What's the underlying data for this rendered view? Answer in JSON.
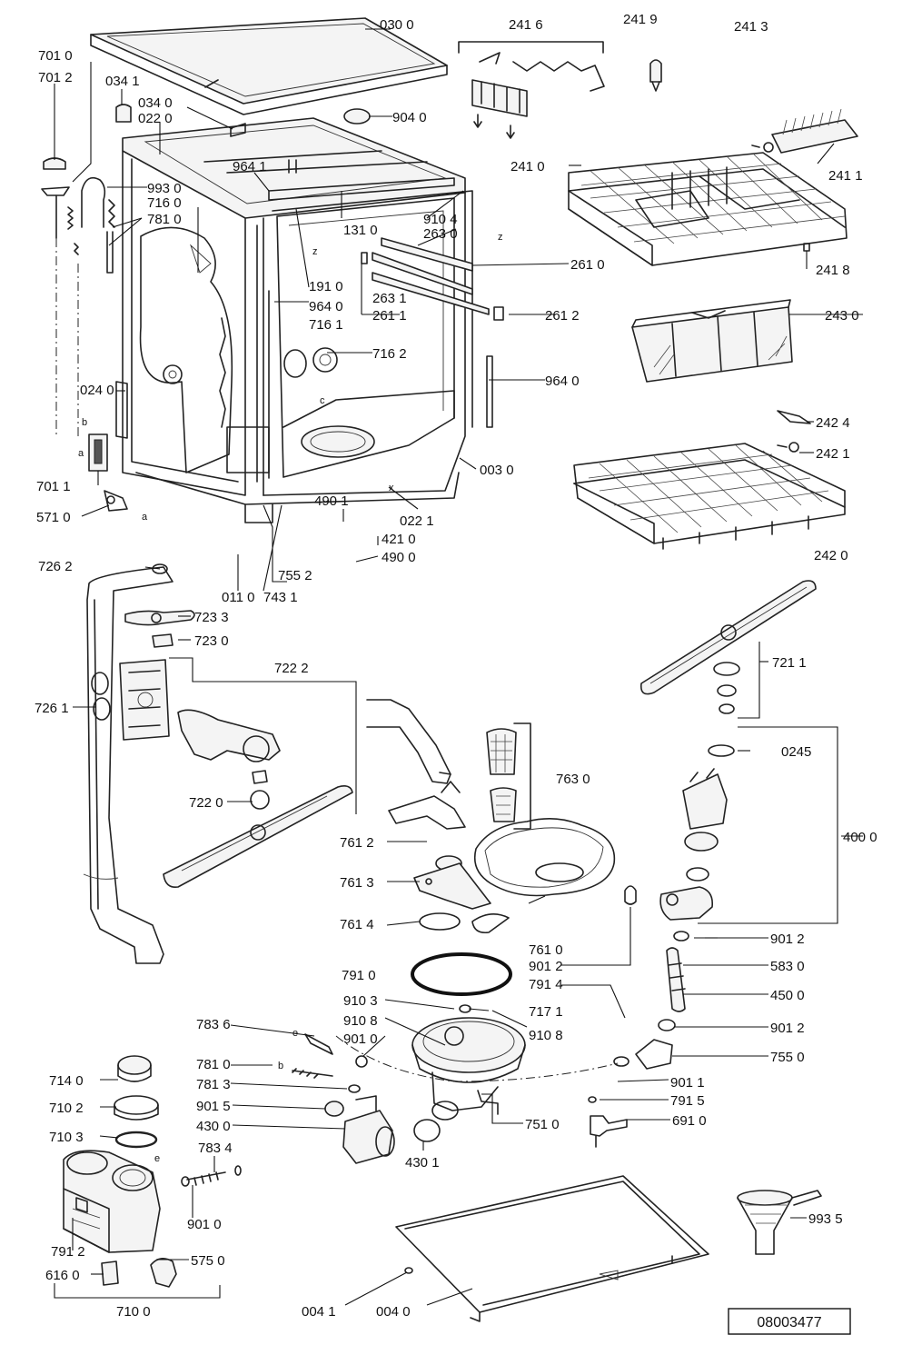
{
  "labels": {
    "l0300": "030 0",
    "l2416": "241 6",
    "l2419": "241 9",
    "l2413": "241 3",
    "l7010": "701 0",
    "l7012": "701 2",
    "l0341": "034 1",
    "l0340": "034 0",
    "l0220": "022 0",
    "l9040": "904 0",
    "l9930": "993 0",
    "l9641a": "964 1",
    "l7160": "716 0",
    "l7810a": "781 0",
    "l1310": "131 0",
    "l9104": "910 4",
    "l2630": "263 0",
    "l2410": "241 0",
    "l2411": "241 1",
    "l2610": "261 0",
    "l2418": "241 8",
    "l1910": "191 0",
    "l2631": "263 1",
    "l2611": "261 1",
    "l2612": "261 2",
    "l9640a": "964 0",
    "l7161": "716 1",
    "l2430": "243 0",
    "l7162": "716 2",
    "l9640b": "964 0",
    "l0240": "024 0",
    "l2424": "242 4",
    "l2421": "242 1",
    "l0030": "003 0",
    "l7011": "701 1",
    "l4901": "490 1",
    "l0221": "022 1",
    "l5710": "571 0",
    "l4210": "421 0",
    "l4900": "490 0",
    "l2420": "242 0",
    "l7262": "726 2",
    "l7552": "755 2",
    "l0110": "011 0",
    "l7431": "743 1",
    "l7233": "723 3",
    "l7230": "723 0",
    "l7222": "722 2",
    "l7211": "721 1",
    "l7261": "726 1",
    "l0245": "0245",
    "l7630": "763 0",
    "l7220": "722 0",
    "l7612": "761 2",
    "l4000": "400 0",
    "l7613": "761 3",
    "l7614": "761 4",
    "l9012a": "901 2",
    "l7610": "761 0",
    "l9012b": "901 2",
    "l5830": "583 0",
    "l7910": "791 0",
    "l7914": "791 4",
    "l4500": "450 0",
    "l9103": "910 3",
    "l7171": "717 1",
    "l9108a": "910 8",
    "l9108b": "910 8",
    "l7836": "783 6",
    "l9010a": "901 0",
    "l9012c": "901 2",
    "l7550": "755 0",
    "l7140": "714 0",
    "l7810b": "781 0",
    "l9011": "901 1",
    "l7813": "781 3",
    "l7102": "710 2",
    "l9015": "901 5",
    "l7915": "791 5",
    "l4300": "430 0",
    "l7510": "751 0",
    "l6910": "691 0",
    "l7103": "710 3",
    "l7834": "783 4",
    "l4301": "430 1",
    "l9935": "993 5",
    "l9010b": "901 0",
    "l7912": "791 2",
    "l5750": "575 0",
    "l6160": "616 0",
    "l0041": "004 1",
    "l0040": "004 0",
    "l7100": "710 0"
  },
  "letters": {
    "a1": "a",
    "a2": "a",
    "b1": "b",
    "b2": "b",
    "c": "c",
    "x": "x",
    "z1": "z",
    "z2": "z",
    "e1": "e",
    "e2": "e"
  },
  "doc_number": "08003477"
}
